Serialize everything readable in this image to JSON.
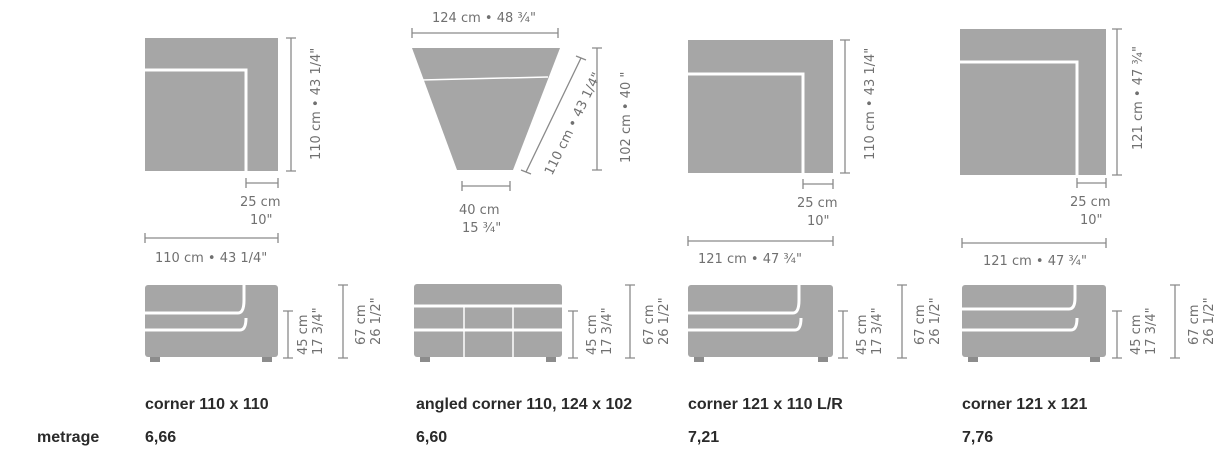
{
  "row_label": "metrage",
  "products": [
    {
      "name": "corner 110 x 110",
      "metrage": "6,66",
      "dims": {
        "depth": "110 cm • 43 1/4\"",
        "arm": "25 cm",
        "arm_in": "10\"",
        "width": "110 cm • 43 1/4\"",
        "seat_h": "45 cm",
        "seat_h_in": "17 3/4\"",
        "total_h": "67 cm",
        "total_h_in": "26 1/2\""
      }
    },
    {
      "name": "angled corner 110, 124 x 102",
      "metrage": "6,60",
      "dims": {
        "top": "124 cm • 48 ¾\"",
        "side": "110 cm • 43 1/4\"",
        "depth": "102 cm • 40 \"",
        "bottom": "40 cm",
        "bottom_in": "15 ¾\"",
        "seat_h": "45 cm",
        "seat_h_in": "17 3/4\"",
        "total_h": "67 cm",
        "total_h_in": "26 1/2\""
      }
    },
    {
      "name": "corner 121 x 110 L/R",
      "metrage": "7,21",
      "dims": {
        "depth": "110 cm • 43 1/4\"",
        "arm": "25 cm",
        "arm_in": "10\"",
        "width": "121 cm • 47 ¾\"",
        "seat_h": "45 cm",
        "seat_h_in": "17 3/4\"",
        "total_h": "67 cm",
        "total_h_in": "26 1/2\""
      }
    },
    {
      "name": "corner 121 x 121",
      "metrage": "7,76",
      "dims": {
        "depth": "121 cm • 47 ¾\"",
        "arm": "25 cm",
        "arm_in": "10\"",
        "width": "121 cm • 47 ¾\"",
        "seat_h": "45 cm",
        "seat_h_in": "17 3/4\"",
        "total_h": "67 cm",
        "total_h_in": "26 1/2\""
      }
    }
  ]
}
